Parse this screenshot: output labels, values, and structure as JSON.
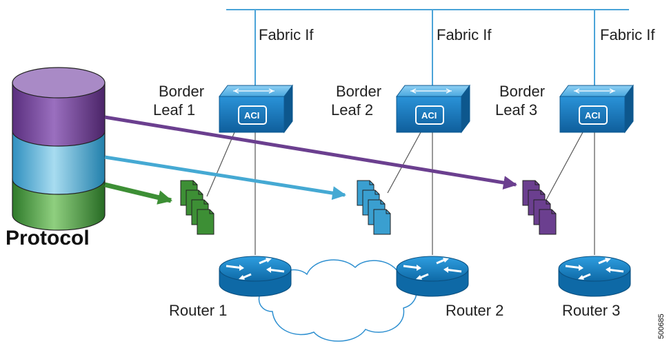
{
  "diagram": {
    "fabric_labels": [
      "Fabric If",
      "Fabric If",
      "Fabric If"
    ],
    "border_leaves": [
      {
        "line1": "Border",
        "line2": "Leaf 1",
        "badge": "ACI"
      },
      {
        "line1": "Border",
        "line2": "Leaf 2",
        "badge": "ACI"
      },
      {
        "line1": "Border",
        "line2": "Leaf 3",
        "badge": "ACI"
      }
    ],
    "routers": [
      "Router 1",
      "Router 2",
      "Router 3"
    ],
    "database_label": "Protocol",
    "figure_id": "500685",
    "colors": {
      "leaf_blue": "#1f7fc1",
      "router_blue": "#1c86c9",
      "purple": "#6b3f8f",
      "cyan": "#45a9d3",
      "green": "#3d8f35",
      "line_gray": "#555555",
      "fabric_line": "#4aa3d8"
    }
  }
}
